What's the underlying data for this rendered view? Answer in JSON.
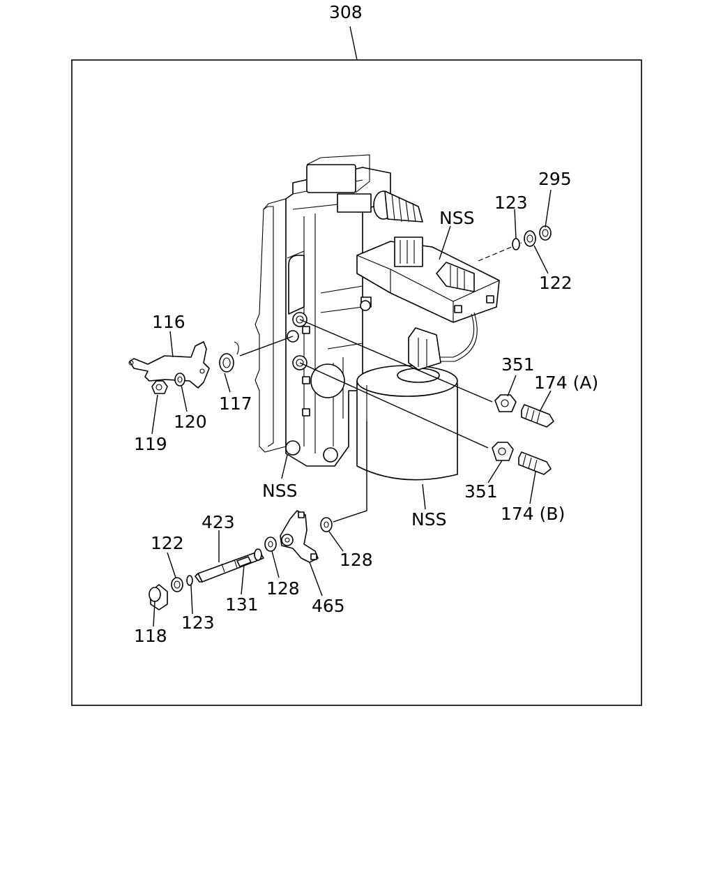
{
  "diagram": {
    "assembly_callout": "308",
    "labels": {
      "l116": "116",
      "l117": "117",
      "l119": "119",
      "l120": "120",
      "nss_frame": "NSS",
      "nss_connector": "NSS",
      "nss_motor": "NSS",
      "l123_top": "123",
      "l295": "295",
      "l122_top": "122",
      "l351_top": "351",
      "l174a": "174 (A)",
      "l351_bottom": "351",
      "l174b": "174 (B)",
      "l423": "423",
      "l122_bottom": "122",
      "l131": "131",
      "l128_mid": "128",
      "l128_right": "128",
      "l465": "465",
      "l118": "118",
      "l123_bottom": "123"
    }
  }
}
